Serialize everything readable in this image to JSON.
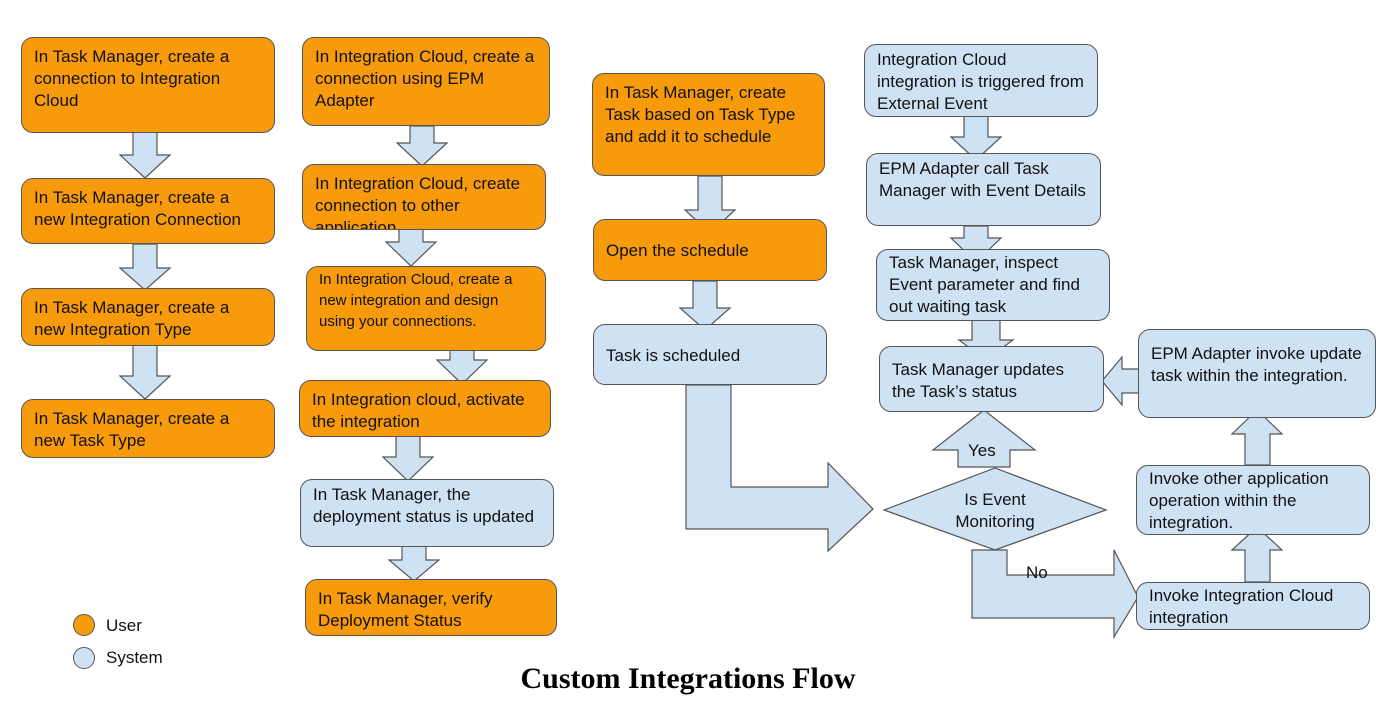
{
  "title": "Custom Integrations Flow",
  "colors": {
    "user": "#f79b0d",
    "system": "#cfe2f3",
    "stroke": "#555555"
  },
  "boxes": {
    "tm_conn": "In Task Manager, create a connection to Integration Cloud",
    "tm_new_conn": "In Task Manager, create a new Integration Connection",
    "tm_type": "In Task Manager, create a new Integration Type",
    "tm_task_type": "In Task Manager, create a new Task Type",
    "ic_epm": "In Integration Cloud, create a connection using EPM Adapter",
    "ic_other": "In Integration Cloud, create connection to other application",
    "ic_design": "In Integration Cloud, create a new integration and design using your connections.",
    "ic_activate": "In Integration cloud, activate the integration",
    "tm_deploy": "In Task Manager, the deployment status is updated",
    "tm_verify": "In Task Manager, verify Deployment Status",
    "tm_create_task": "In Task Manager, create Task based on Task Type and add it to schedule",
    "open_schedule": "Open the schedule",
    "task_scheduled": "Task is scheduled",
    "ic_triggered": "Integration Cloud integration is triggered from External Event",
    "epm_call": "EPM Adapter call Task Manager with Event Details",
    "tm_inspect": "Task Manager, inspect Event parameter and find out waiting task",
    "tm_updates": "Task Manager updates the  Task’s status",
    "epm_invoke": "EPM Adapter invoke update task within the integration.",
    "invoke_other": "Invoke other application operation within the integration.",
    "invoke_ic": "Invoke Integration Cloud integration"
  },
  "decision": {
    "line1": "Is Event",
    "line2": "Monitoring"
  },
  "labels": {
    "yes": "Yes",
    "no": "No"
  },
  "legend": {
    "user": "User",
    "system": "System"
  }
}
